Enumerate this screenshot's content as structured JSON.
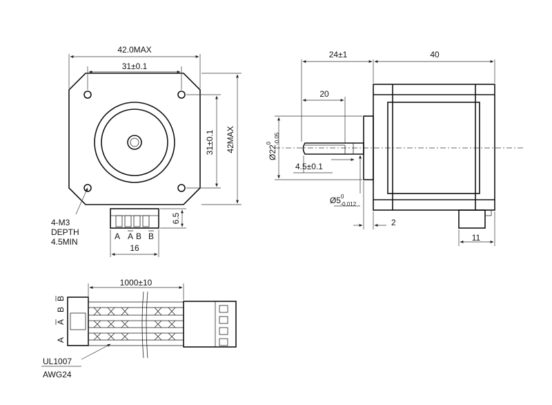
{
  "front_view": {
    "width_max": "42.0MAX",
    "hole_spacing_h": "31±0.1",
    "hole_spacing_v": "31±0.1",
    "height_max": "42MAX",
    "connector_depth": "6.5",
    "connector_width": "16",
    "screw_note_1": "4-M3",
    "screw_note_2": "DEPTH",
    "screw_note_3": "4.5MIN",
    "pins": [
      "A",
      "A",
      "B",
      "B"
    ]
  },
  "side_view": {
    "shaft_length": "24±1",
    "body_length": "40",
    "flat_length": "20",
    "boss_diameter_base": "Ø22",
    "boss_diameter_upper": "0",
    "boss_diameter_lower": "-0.05",
    "flat_depth": "4.5±0.1",
    "shaft_diameter_base": "Ø5",
    "shaft_diameter_upper": "0",
    "shaft_diameter_lower": "-0.012",
    "boss_height": "2",
    "connector_offset": "11"
  },
  "cable_view": {
    "cable_length": "1000±10",
    "wire_spec_1": "UL1007",
    "wire_spec_2": "AWG24",
    "wires": [
      "B",
      "A",
      "B",
      "A"
    ]
  }
}
